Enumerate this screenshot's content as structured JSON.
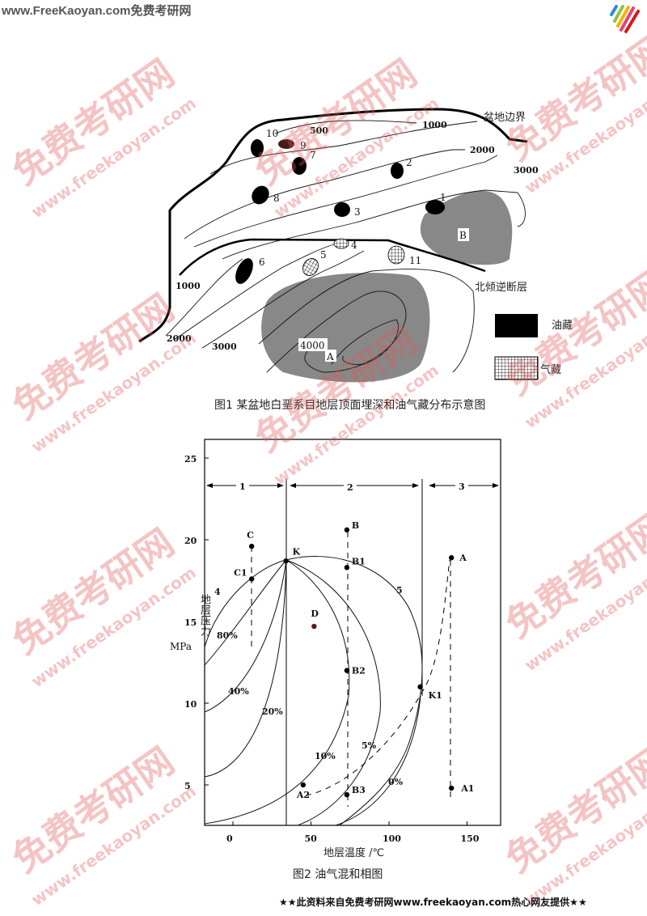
{
  "header": {
    "site": "www.FreeKaoyan.com免费考研网"
  },
  "figure1": {
    "caption": "图1   某盆地白垩系目地层顶面埋深和油气藏分布示意图",
    "basin_boundary_label": "盆地边界",
    "fault_label": "北倾逆断层",
    "contours": {
      "c500": "500",
      "c1000a": "1000",
      "c2000a": "2000",
      "c3000a": "3000",
      "c1000b": "1000",
      "c2000b": "2000",
      "c3000b": "3000",
      "c4000": "4000"
    },
    "reservoir_numbers": [
      "1",
      "2",
      "3",
      "4",
      "5",
      "6",
      "7",
      "8",
      "9",
      "10",
      "11"
    ],
    "areas": {
      "a": "A",
      "b": "B"
    },
    "legend": {
      "oil": "油藏",
      "gas": "气藏"
    }
  },
  "figure2": {
    "caption": "图2   油气混和相图",
    "xlabel": "地层温度 /℃",
    "ylabel": "地层压力",
    "yunit": "MPa",
    "xticks": [
      "0",
      "50",
      "100",
      "150"
    ],
    "yticks": [
      "5",
      "10",
      "15",
      "20",
      "25"
    ],
    "zones": [
      "1",
      "2",
      "3"
    ],
    "regions": [
      "4",
      "5"
    ],
    "curve_labels": [
      "80%",
      "40%",
      "20%",
      "10%",
      "5%",
      "0%"
    ],
    "points": [
      {
        "label": "K",
        "t": 34,
        "p": 18.7
      },
      {
        "label": "C",
        "t": 12,
        "p": 19.6
      },
      {
        "label": "C1",
        "t": 12,
        "p": 17.6
      },
      {
        "label": "B",
        "t": 73,
        "p": 20.6
      },
      {
        "label": "B1",
        "t": 73,
        "p": 18.3
      },
      {
        "label": "B2",
        "t": 73,
        "p": 12.0
      },
      {
        "label": "B3",
        "t": 73,
        "p": 4.4
      },
      {
        "label": "D",
        "t": 52,
        "p": 14.7
      },
      {
        "label": "A",
        "t": 140,
        "p": 18.9
      },
      {
        "label": "A1",
        "t": 140,
        "p": 4.8
      },
      {
        "label": "K1",
        "t": 120,
        "p": 11.0
      },
      {
        "label": "A2",
        "t": 45,
        "p": 5.0
      }
    ]
  },
  "watermark": {
    "cn": "免费考研网",
    "url": "www.freekaoyan.com"
  },
  "footer": {
    "text": "★★此资料来自免费考研网www.freekaoyan.com热心网友提供★★"
  }
}
